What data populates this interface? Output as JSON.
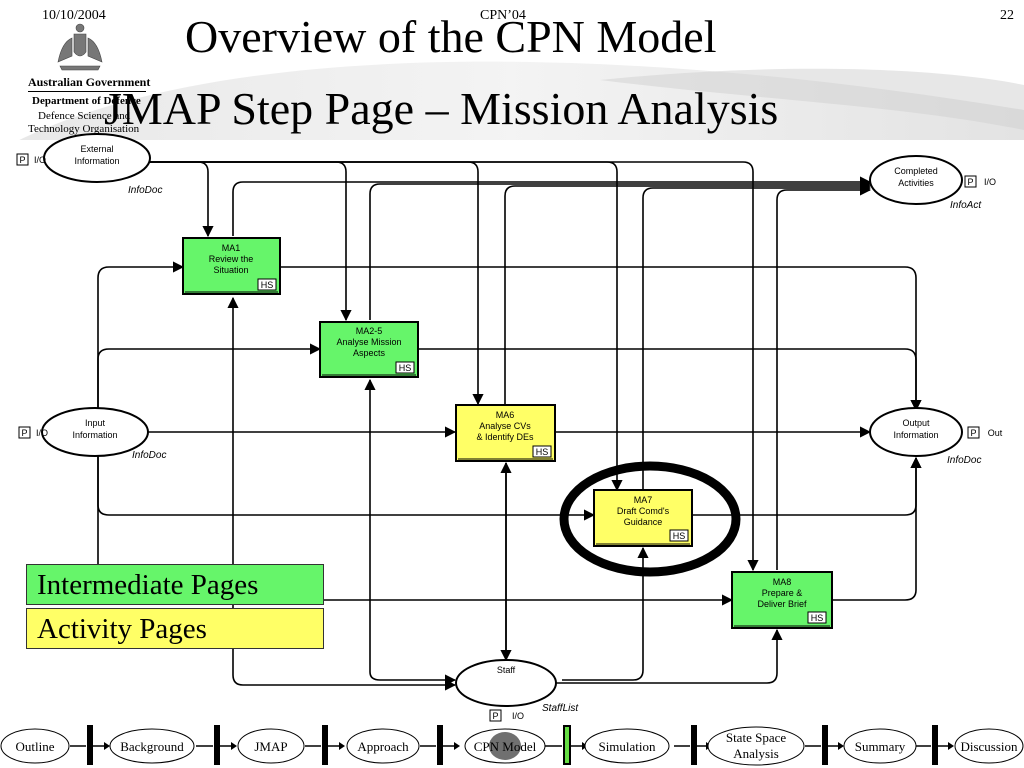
{
  "header": {
    "date": "10/10/2004",
    "conference": "CPN’04",
    "page_number": "22"
  },
  "title": {
    "line1": "Overview of the CPN Model",
    "line2": "JMAP Step Page – Mission Analysis"
  },
  "logo": {
    "government": "Australian Government",
    "department": "Department of Defence",
    "org_line1": "Defence Science and",
    "org_line2": "Technology Organisation"
  },
  "legend": {
    "intermediate": "Intermediate Pages",
    "activity": "Activity Pages",
    "intermediate_color": "#66f56a",
    "activity_color": "#ffff66"
  },
  "diagram": {
    "places": {
      "external": {
        "line1": "External",
        "line2": "Information",
        "port": "P",
        "port_type": "I/O",
        "colorset": "InfoDoc"
      },
      "completed": {
        "line1": "Completed",
        "line2": "Activities",
        "port": "P",
        "port_type": "I/O",
        "colorset": "InfoAct"
      },
      "input": {
        "line1": "Input",
        "line2": "Information",
        "port": "P",
        "port_type": "I/O",
        "colorset": "InfoDoc"
      },
      "output": {
        "line1": "Output",
        "line2": "Information",
        "port": "P",
        "port_type": "Out",
        "colorset": "InfoDoc"
      },
      "staff": {
        "line1": "Staff",
        "port": "P",
        "port_type": "I/O",
        "colorset": "StaffList"
      }
    },
    "transitions": {
      "ma1": {
        "line1": "MA1",
        "line2": "Review the",
        "line3": "Situation",
        "tag": "HS",
        "kind": "intermediate"
      },
      "ma2": {
        "line1": "MA2-5",
        "line2": "Analyse Mission",
        "line3": "Aspects",
        "tag": "HS",
        "kind": "intermediate"
      },
      "ma6": {
        "line1": "MA6",
        "line2": "Analyse CVs",
        "line3": "& Identify DEs",
        "tag": "HS",
        "kind": "activity"
      },
      "ma7": {
        "line1": "MA7",
        "line2": "Draft Comd's",
        "line3": "Guidance",
        "tag": "HS",
        "kind": "activity"
      },
      "ma8": {
        "line1": "MA8",
        "line2": "Prepare &",
        "line3": "Deliver Brief",
        "tag": "HS",
        "kind": "intermediate"
      }
    }
  },
  "nav": {
    "items": [
      "Outline",
      "Background",
      "JMAP",
      "Approach",
      "CPN Model",
      "Simulation",
      "State Space Analysis",
      "Summary",
      "Discussion"
    ],
    "state_space_line1": "State Space",
    "state_space_line2": "Analysis",
    "current": "CPN Model",
    "current_color": "#707070",
    "separator_active_color": "#66dd44"
  }
}
